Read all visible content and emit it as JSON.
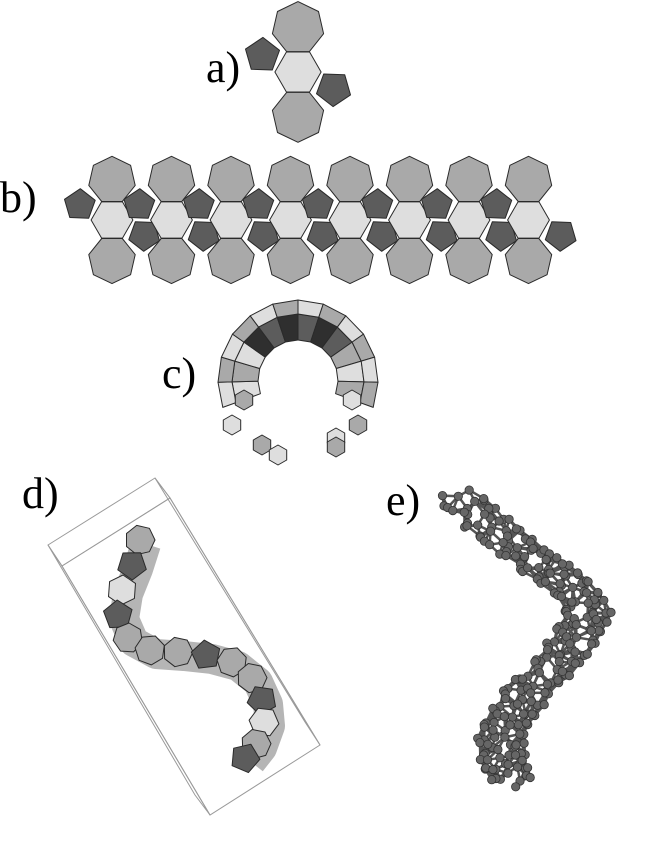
{
  "labels": {
    "a": "a)",
    "b": "b)",
    "c": "c)",
    "d": "d)",
    "e": "e)"
  },
  "palette": {
    "heptagon": "#a9a9a9",
    "hexagon": "#dedede",
    "pentagon": "#5c5c5c",
    "dark": "#2f2f2f",
    "edge": "#2a2a2a",
    "atom": "#666666",
    "bond": "#555555"
  },
  "panels": [
    {
      "id": "a",
      "description_free": true,
      "unit_count": 1
    },
    {
      "id": "b",
      "unit_count": 8
    },
    {
      "id": "c"
    },
    {
      "id": "d"
    },
    {
      "id": "e"
    }
  ]
}
